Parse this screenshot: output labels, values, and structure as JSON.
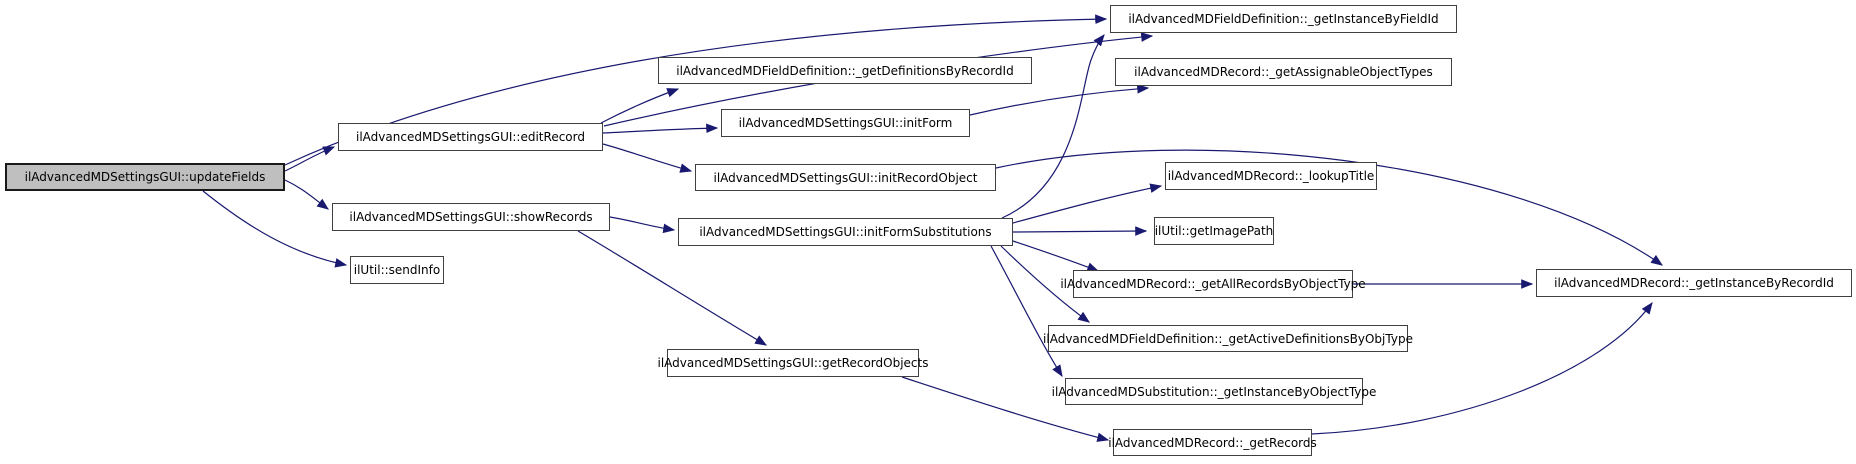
{
  "diagram": {
    "type": "doxygen-call-graph",
    "root_function": "ilAdvancedMDSettingsGUI::updateFields",
    "colors": {
      "edge": "#191970",
      "node_border": "#404040",
      "node_fill": "#ffffff",
      "root_fill": "#bfbfbf",
      "text": "#000000",
      "background": "#ffffff"
    }
  },
  "nodes": {
    "updateFields": {
      "label": "ilAdvancedMDSettingsGUI::updateFields"
    },
    "editRecord": {
      "label": "ilAdvancedMDSettingsGUI::editRecord"
    },
    "showRecords": {
      "label": "ilAdvancedMDSettingsGUI::showRecords"
    },
    "sendInfo": {
      "label": "ilUtil::sendInfo"
    },
    "getDefinitionsByRecordId": {
      "label": "ilAdvancedMDFieldDefinition::_getDefinitionsByRecordId"
    },
    "initForm": {
      "label": "ilAdvancedMDSettingsGUI::initForm"
    },
    "initRecordObject": {
      "label": "ilAdvancedMDSettingsGUI::initRecordObject"
    },
    "initFormSubstitutions": {
      "label": "ilAdvancedMDSettingsGUI::initFormSubstitutions"
    },
    "getRecordObjects": {
      "label": "ilAdvancedMDSettingsGUI::getRecordObjects"
    },
    "getInstanceByFieldId": {
      "label": "ilAdvancedMDFieldDefinition::_getInstanceByFieldId"
    },
    "getAssignableObjectTypes": {
      "label": "ilAdvancedMDRecord::_getAssignableObjectTypes"
    },
    "lookupTitle": {
      "label": "ilAdvancedMDRecord::_lookupTitle"
    },
    "getImagePath": {
      "label": "ilUtil::getImagePath"
    },
    "getAllRecordsByObjectType": {
      "label": "ilAdvancedMDRecord::_getAllRecordsByObjectType"
    },
    "getActiveDefinitionsByObjType": {
      "label": "ilAdvancedMDFieldDefinition::_getActiveDefinitionsByObjType"
    },
    "getInstanceByObjectType": {
      "label": "ilAdvancedMDSubstitution::_getInstanceByObjectType"
    },
    "getRecords": {
      "label": "ilAdvancedMDRecord::_getRecords"
    },
    "getInstanceByRecordId": {
      "label": "ilAdvancedMDRecord::_getInstanceByRecordId"
    }
  },
  "edges": [
    {
      "from": "updateFields",
      "to": "getInstanceByFieldId"
    },
    {
      "from": "updateFields",
      "to": "editRecord"
    },
    {
      "from": "updateFields",
      "to": "showRecords"
    },
    {
      "from": "updateFields",
      "to": "sendInfo"
    },
    {
      "from": "editRecord",
      "to": "getDefinitionsByRecordId"
    },
    {
      "from": "editRecord",
      "to": "initForm"
    },
    {
      "from": "editRecord",
      "to": "initRecordObject"
    },
    {
      "from": "editRecord",
      "to": "getInstanceByFieldId"
    },
    {
      "from": "showRecords",
      "to": "initFormSubstitutions"
    },
    {
      "from": "showRecords",
      "to": "getRecordObjects"
    },
    {
      "from": "initForm",
      "to": "getAssignableObjectTypes"
    },
    {
      "from": "initRecordObject",
      "to": "getInstanceByRecordId"
    },
    {
      "from": "initFormSubstitutions",
      "to": "getInstanceByFieldId"
    },
    {
      "from": "initFormSubstitutions",
      "to": "lookupTitle"
    },
    {
      "from": "initFormSubstitutions",
      "to": "getImagePath"
    },
    {
      "from": "initFormSubstitutions",
      "to": "getAllRecordsByObjectType"
    },
    {
      "from": "initFormSubstitutions",
      "to": "getActiveDefinitionsByObjType"
    },
    {
      "from": "initFormSubstitutions",
      "to": "getInstanceByObjectType"
    },
    {
      "from": "getRecordObjects",
      "to": "getRecords"
    },
    {
      "from": "getAllRecordsByObjectType",
      "to": "getInstanceByRecordId"
    },
    {
      "from": "getRecords",
      "to": "getInstanceByRecordId"
    }
  ]
}
